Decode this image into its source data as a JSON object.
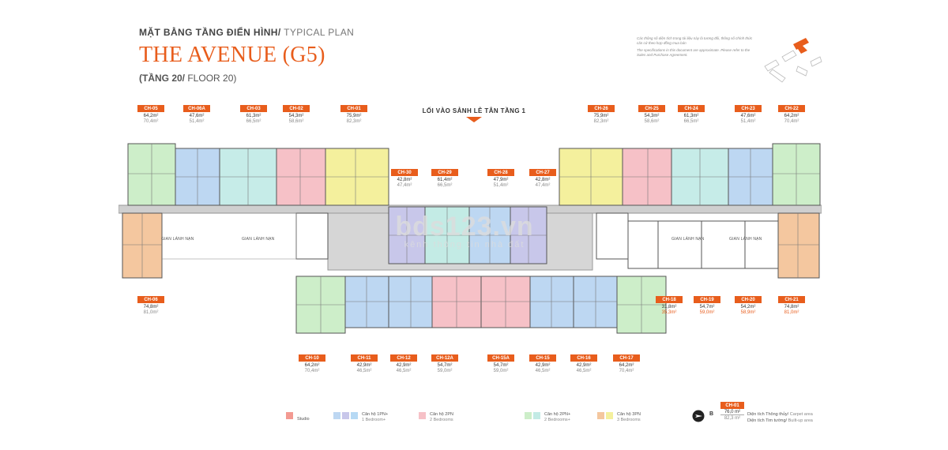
{
  "header": {
    "subtitle_bold": "MẶT BẰNG TẦNG ĐIỂN HÌNH/",
    "subtitle_light": " TYPICAL PLAN",
    "title": "THE AVENUE (G5)",
    "floor_bold": "(TẦNG 20/",
    "floor_light": " FLOOR 20)"
  },
  "disclaimer": {
    "vi": "Các thông số diện tích trong tài liệu này là tương đối, thông số chính thức căn cứ theo hợp đồng mua bán",
    "en": "The specifications in this document are approximate. Please refer to the Sales and Purchase Agreement."
  },
  "entrance_label": "LỐI VÀO SẢNH LỄ TÂN TẦNG 1",
  "corridor_labels": {
    "l1": "GIAN LÁNH NẠN",
    "l2": "GIAN LÁNH NẠN",
    "r1": "GIAN LÁNH NẠN",
    "r2": "GIAN LÁNH NẠN"
  },
  "watermark": {
    "main": "bds123.vn",
    "sub": "kênh thông tin nhà đất"
  },
  "colors": {
    "accent": "#e85d1c",
    "studio": "#f39a92",
    "one_br": "#bdd7f2",
    "one_br_plus": "#c8c7ea",
    "one_br_teal": "#c6ece8",
    "two_br": "#f6c1c7",
    "two_br_plus_green": "#cdeec9",
    "two_br_plus_teal": "#c3ebe5",
    "three_br": "#f4c79f",
    "yellow": "#f4f09d",
    "corridor": "#c9c9c9"
  },
  "units": {
    "ch05": {
      "id": "CH-05",
      "a1": "64,2m²",
      "a2": "70,4m²"
    },
    "ch06a": {
      "id": "CH-06A",
      "a1": "47,6m²",
      "a2": "51,4m²"
    },
    "ch03": {
      "id": "CH-03",
      "a1": "61,3m²",
      "a2": "66,5m²"
    },
    "ch02": {
      "id": "CH-02",
      "a1": "54,3m²",
      "a2": "58,6m²"
    },
    "ch01": {
      "id": "CH-01",
      "a1": "75,9m²",
      "a2": "82,3m²"
    },
    "ch30": {
      "id": "CH-30",
      "a1": "42,8m²",
      "a2": "47,4m²"
    },
    "ch29": {
      "id": "CH-29",
      "a1": "61,4m²",
      "a2": "66,5m²"
    },
    "ch28": {
      "id": "CH-28",
      "a1": "47,9m²",
      "a2": "51,4m²"
    },
    "ch27": {
      "id": "CH-27",
      "a1": "42,8m²",
      "a2": "47,4m²"
    },
    "ch26": {
      "id": "CH-26",
      "a1": "75,9m²",
      "a2": "82,3m²"
    },
    "ch25": {
      "id": "CH-25",
      "a1": "54,3m²",
      "a2": "58,6m²"
    },
    "ch24": {
      "id": "CH-24",
      "a1": "61,3m²",
      "a2": "66,5m²"
    },
    "ch23": {
      "id": "CH-23",
      "a1": "47,6m²",
      "a2": "51,4m²"
    },
    "ch22": {
      "id": "CH-22",
      "a1": "64,2m²",
      "a2": "70,4m²"
    },
    "ch06": {
      "id": "CH-06",
      "a1": "74,8m²",
      "a2": "81,0m²"
    },
    "ch18": {
      "id": "CH-18",
      "a1": "31,8m²",
      "a2": "35,3m²"
    },
    "ch19": {
      "id": "CH-19",
      "a1": "54,7m²",
      "a2": "59,0m²"
    },
    "ch20": {
      "id": "CH-20",
      "a1": "54,2m²",
      "a2": "58,9m²"
    },
    "ch21": {
      "id": "CH-21",
      "a1": "74,8m²",
      "a2": "81,0m²"
    },
    "ch10": {
      "id": "CH-10",
      "a1": "64,2m²",
      "a2": "70,4m²"
    },
    "ch11": {
      "id": "CH-11",
      "a1": "42,9m²",
      "a2": "46,5m²"
    },
    "ch12": {
      "id": "CH-12",
      "a1": "42,9m²",
      "a2": "46,5m²"
    },
    "ch12a": {
      "id": "CH-12A",
      "a1": "54,7m²",
      "a2": "59,0m²"
    },
    "ch15a": {
      "id": "CH-15A",
      "a1": "54,7m²",
      "a2": "59,0m²"
    },
    "ch15": {
      "id": "CH-15",
      "a1": "42,9m²",
      "a2": "46,5m²"
    },
    "ch16": {
      "id": "CH-16",
      "a1": "42,9m²",
      "a2": "46,5m²"
    },
    "ch17": {
      "id": "CH-17",
      "a1": "64,2m²",
      "a2": "70,4m²"
    }
  },
  "legend": {
    "studio": "Studio",
    "br1": "Căn hộ 1PN+",
    "br1_sub": "1 Bedroom+",
    "br2": "Căn hộ 2PN",
    "br2_sub": "2 Bedrooms",
    "br2p": "Căn hộ 2PN+",
    "br2p_sub": "2 Bedrooms+",
    "br3": "Căn hộ 3PN",
    "br3_sub": "3 Bedrooms"
  },
  "sample": {
    "compass_letter": "B",
    "id": "CH-01",
    "a1": "76,0 m²",
    "a2": "82,3 m²",
    "desc1": "Diện tích Thông thủy/",
    "desc1_en": " Carpet area",
    "desc2": "Diện tích Tim tường/",
    "desc2_en": " Built-up area"
  }
}
